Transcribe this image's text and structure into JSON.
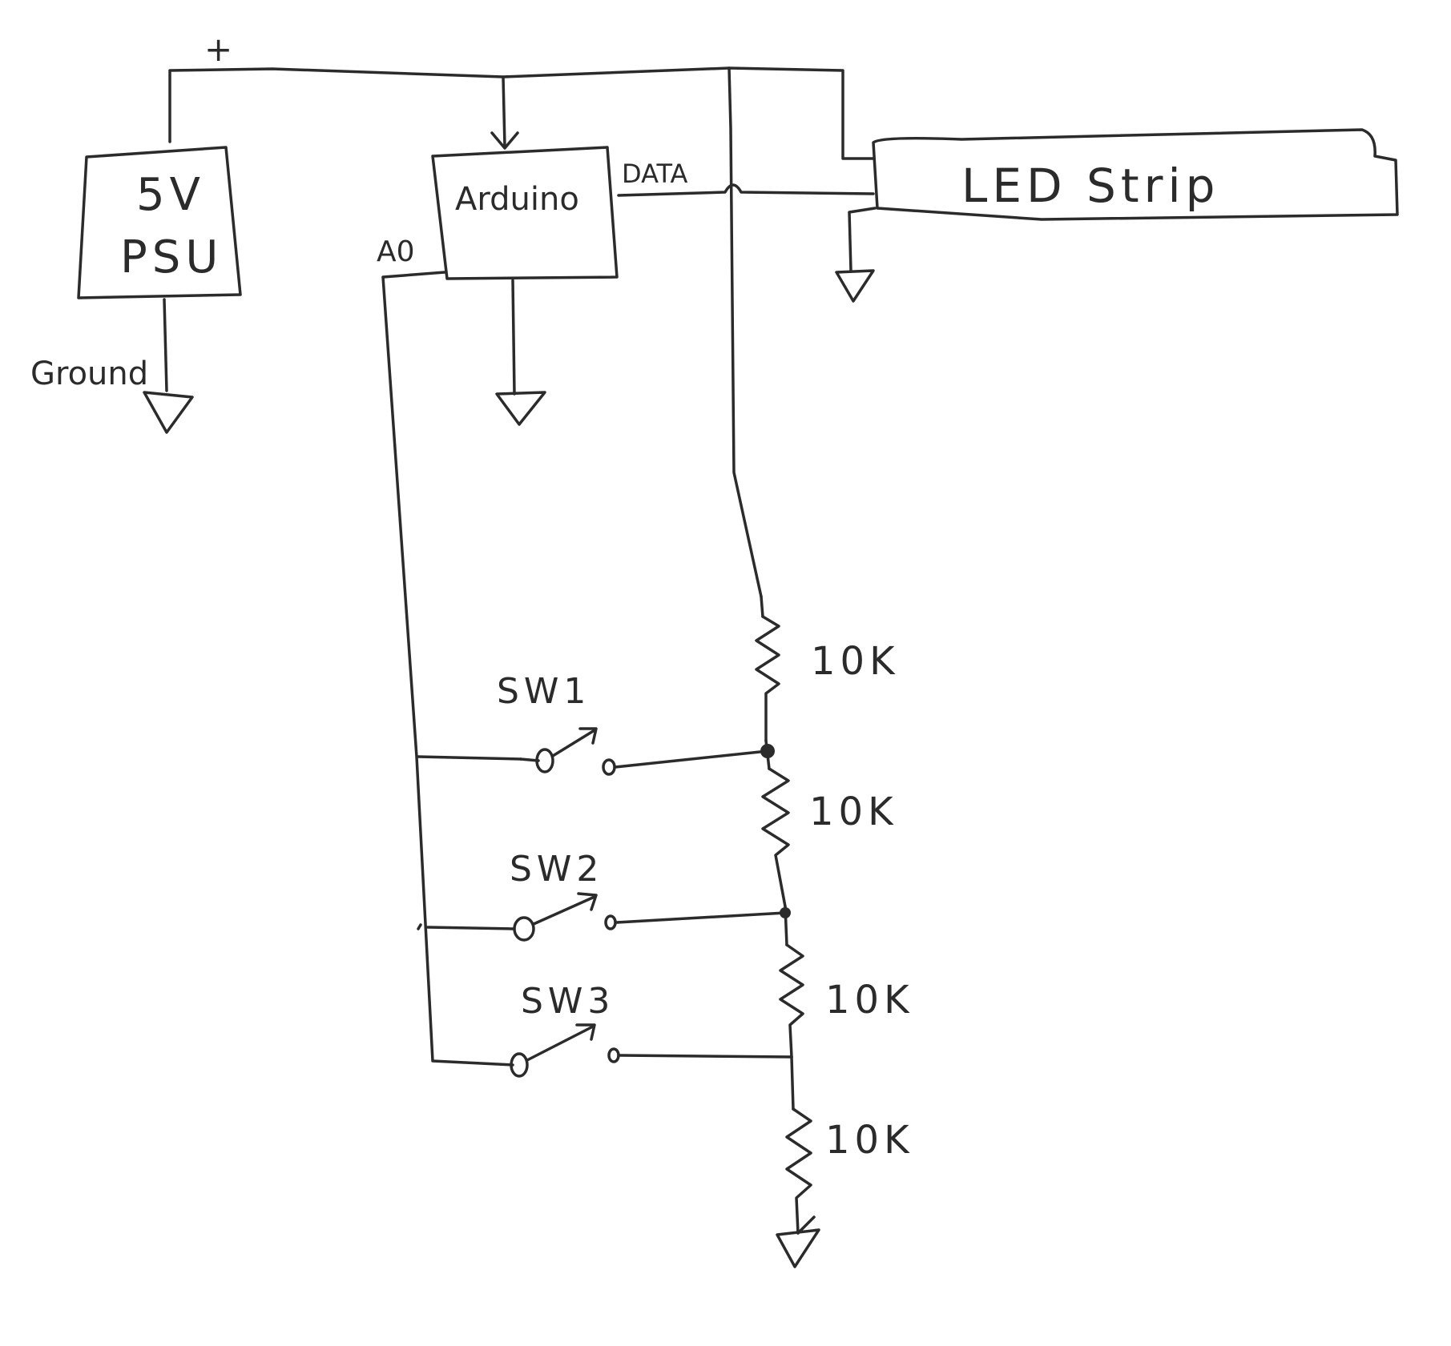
{
  "diagram": {
    "plus_label": "+",
    "psu": {
      "line1": "5V",
      "line2": "PSU"
    },
    "ground_label": "Ground",
    "arduino_label": "Arduino",
    "data_label": "DATA",
    "a0_label": "A0",
    "led_strip_label": "LED Strip",
    "switches": [
      {
        "label": "SW1"
      },
      {
        "label": "SW2"
      },
      {
        "label": "SW3"
      }
    ],
    "resistors": [
      {
        "label": "10K"
      },
      {
        "label": "10K"
      },
      {
        "label": "10K"
      },
      {
        "label": "10K"
      }
    ]
  },
  "colors": {
    "ink": "#2b2b2b",
    "paper": "#ffffff"
  }
}
